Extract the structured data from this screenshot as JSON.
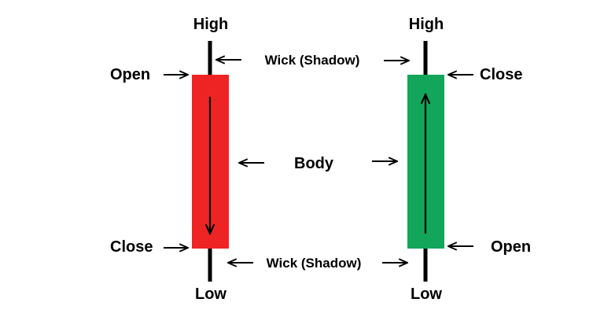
{
  "colors": {
    "bearish": "#ee2424",
    "bullish": "#13a55a",
    "ink": "#000000",
    "background": "#ffffff"
  },
  "labels": {
    "wick_top": "Wick (Shadow)",
    "wick_bottom": "Wick (Shadow)",
    "body": "Body"
  },
  "bearish_candle": {
    "high": "High",
    "low": "Low",
    "open": "Open",
    "close": "Close",
    "direction": "down"
  },
  "bullish_candle": {
    "high": "High",
    "low": "Low",
    "open": "Open",
    "close": "Close",
    "direction": "up"
  }
}
